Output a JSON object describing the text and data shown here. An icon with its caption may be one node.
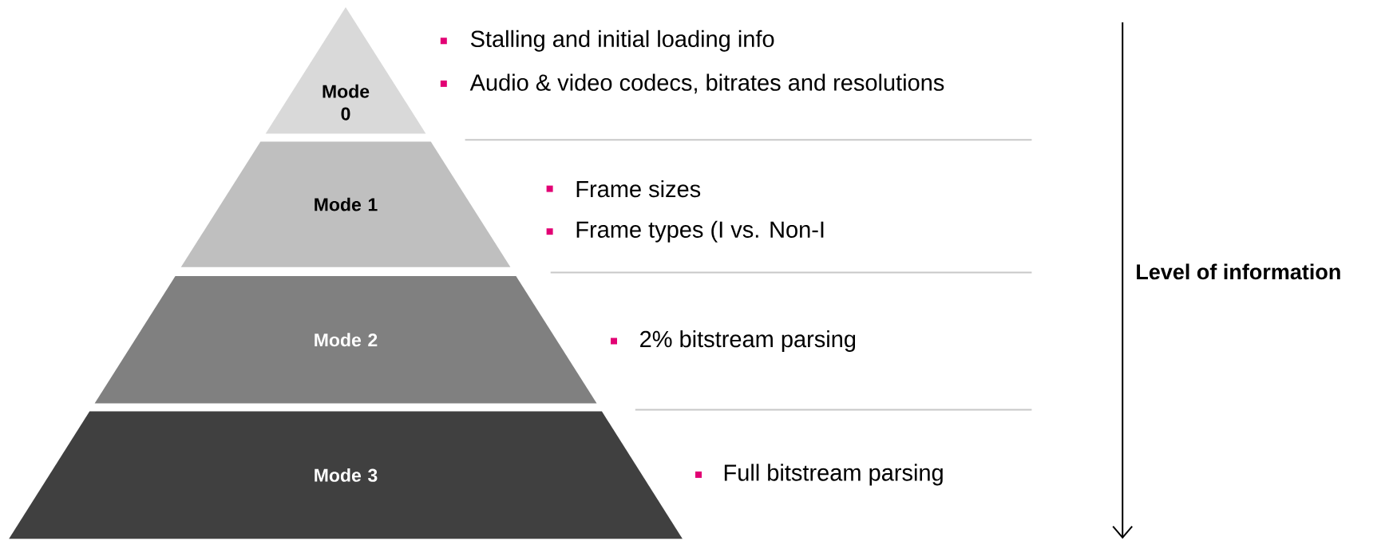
{
  "diagram": {
    "nodes": [
      {
        "text": [
          "Mode 0"
        ]
      },
      {
        "text": [
          "Mode 1"
        ]
      },
      {
        "text": [
          "Mode 2"
        ]
      },
      {
        "text": [
          "Mode 3"
        ]
      }
    ],
    "labels": [
      "Stalling and initial loading info",
      "Audio & video codecs, bitrates and resolutions",
      "Frame sizes",
      "Frame types (I vs. Non-I",
      "2% bitstream parsing",
      "Full bitstream parsing",
      "Level of information"
    ]
  }
}
